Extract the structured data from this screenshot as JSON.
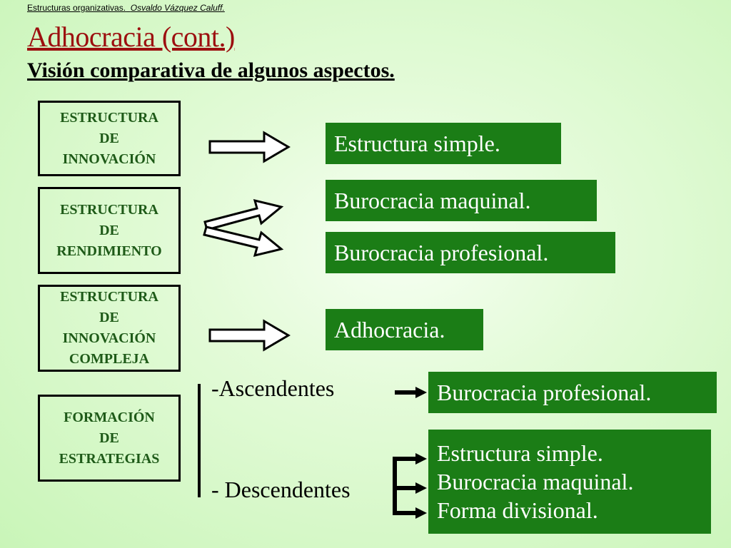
{
  "header": {
    "course": "Estructuras organizativas.",
    "author": "Osvaldo Vázquez Caluff."
  },
  "title": "Adhocracia (cont.)",
  "subtitle": "Visión comparativa de algunos aspectos.",
  "left_boxes": [
    {
      "text": "ESTRUCTURA\nDE\nINNOVACIÓN"
    },
    {
      "text": "ESTRUCTURA\nDE\nRENDIMIENTO"
    },
    {
      "text": "ESTRUCTURA\nDE\nINNOVACIÓN\nCOMPLEJA"
    },
    {
      "text": "FORMACIÓN\nDE\nESTRATEGIAS"
    }
  ],
  "right_boxes": [
    "Estructura simple.",
    "Burocracia maquinal.",
    "Burocracia profesional.",
    "Adhocracia."
  ],
  "strategies": {
    "ascendentes_label": "-Ascendentes",
    "descendentes_label": "- Descendentes",
    "ascendentes_result": "Burocracia profesional.",
    "descendentes_results": [
      "Estructura simple.",
      "Burocracia  maquinal.",
      "Forma divisional."
    ]
  },
  "colors": {
    "title": "#9c0f0f",
    "box_green": "#1b7d16",
    "left_text": "#1e5a18"
  }
}
